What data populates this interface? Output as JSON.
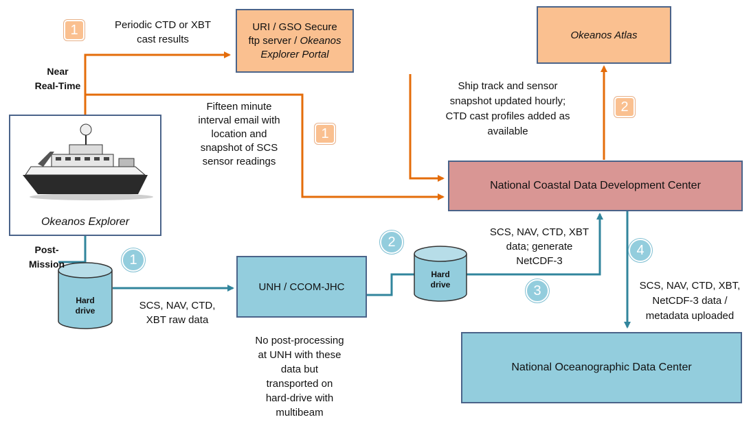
{
  "nodes": {
    "uri_gso": {
      "line1": "URI / GSO Secure",
      "line2": "ftp server / ",
      "line2_italic": "Okeanos",
      "line3": "Explorer Portal"
    },
    "okeanos_atlas": "Okeanos Atlas",
    "ncddc": "National Coastal Data Development Center",
    "ship_caption": "Okeanos Explorer",
    "unh": "UNH / CCOM-JHC",
    "nodc": "National Oceanographic Data Center",
    "hard_drive_1": {
      "line1": "Hard",
      "line2": "drive"
    },
    "hard_drive_2": {
      "line1": "Hard",
      "line2": "drive"
    }
  },
  "labels": {
    "near_real_time": {
      "line1": "Near",
      "line2": "Real-Time"
    },
    "post_mission": {
      "line1": "Post-",
      "line2": "Mission"
    },
    "periodic_ctd": {
      "line1": "Periodic CTD or XBT",
      "line2": "cast results"
    },
    "fifteen_minute": {
      "line1": "Fifteen minute",
      "line2": "interval email with",
      "line3": "location and",
      "line4": "snapshot of SCS",
      "line5": "sensor readings"
    },
    "ship_track": {
      "line1": "Ship track and sensor",
      "line2": "snapshot updated hourly;",
      "line3": "CTD cast profiles added as",
      "line4": "available"
    },
    "raw_data": {
      "line1": "SCS, NAV, CTD,",
      "line2": "XBT raw data"
    },
    "no_post_processing": {
      "line1": "No post-processing",
      "line2": "at UNH with these",
      "line3": "data but",
      "line4": "transported on",
      "line5": "hard-drive with",
      "line6": "multibeam"
    },
    "generate_netcdf": {
      "line1": "SCS, NAV, CTD, XBT",
      "line2": "data; generate",
      "line3": "NetCDF-3"
    },
    "uploaded": {
      "line1": "SCS, NAV, CTD, XBT,",
      "line2": "NetCDF-3 data /",
      "line3": "metadata uploaded"
    }
  },
  "badges": {
    "square_1a": "1",
    "square_1b": "1",
    "square_2": "2",
    "circle_1": "1",
    "circle_2": "2",
    "circle_3": "3",
    "circle_4": "4"
  },
  "colors": {
    "orange_line": "#e46c0a",
    "teal_line": "#31859c",
    "orange_fill": "#fac090",
    "pink_fill": "#d99694",
    "blue_fill": "#93cddd",
    "box_border": "#4a6389"
  }
}
